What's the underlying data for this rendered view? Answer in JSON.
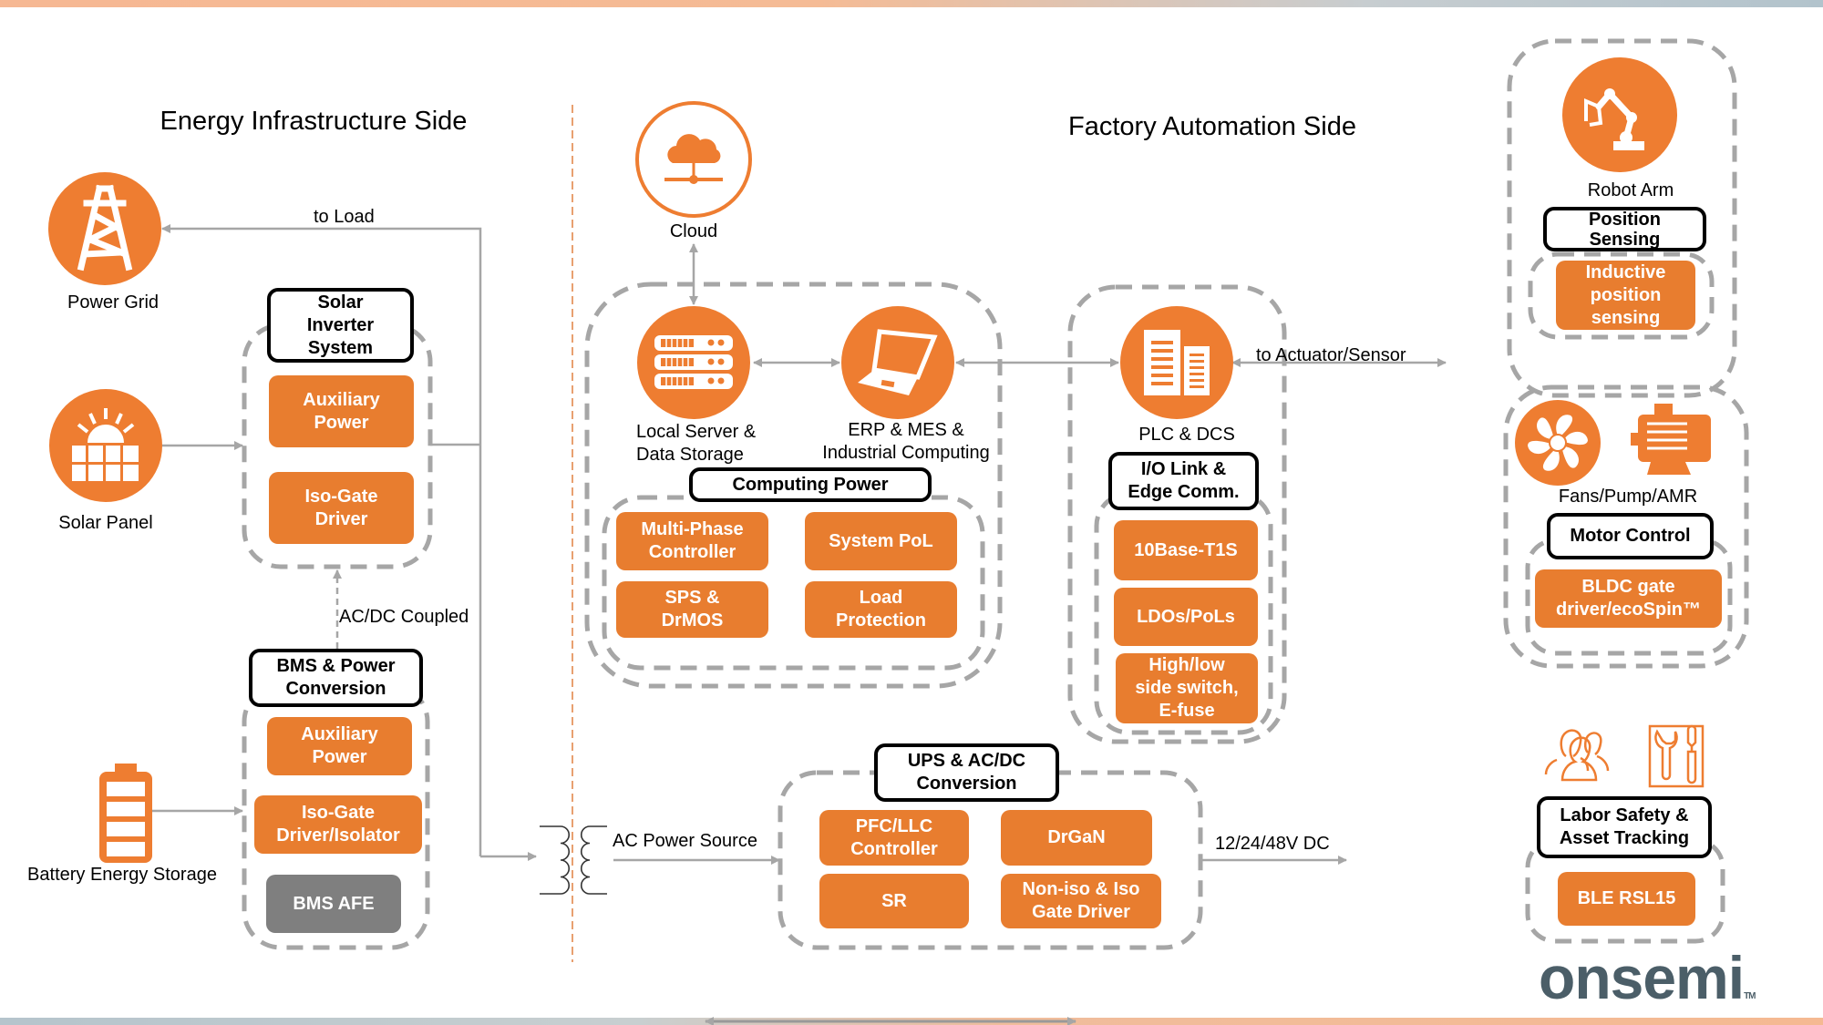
{
  "sections": {
    "energy_title": "Energy Infrastructure Side",
    "factory_title": "Factory Automation Side"
  },
  "energy": {
    "power_grid": {
      "label": "Power Grid",
      "icon": "power-tower-icon"
    },
    "solar_panel": {
      "label": "Solar Panel",
      "icon": "solar-panel-icon"
    },
    "battery": {
      "label": "Battery Energy Storage",
      "icon": "battery-icon"
    },
    "to_load": "to Load",
    "acdc_coupled": "AC/DC Coupled",
    "solar_inverter": {
      "title_lines": [
        "Solar",
        "Inverter",
        "System"
      ],
      "blocks": [
        {
          "lines": [
            "Auxiliary",
            "Power"
          ]
        },
        {
          "lines": [
            "Iso-Gate",
            "Driver"
          ]
        }
      ]
    },
    "bms": {
      "title_lines": [
        "BMS & Power",
        "Conversion"
      ],
      "blocks": [
        {
          "lines": [
            "Auxiliary",
            "Power"
          ]
        },
        {
          "lines": [
            "Iso-Gate",
            "Driver/Isolator"
          ]
        },
        {
          "lines": [
            "BMS AFE"
          ],
          "style": "gray"
        }
      ]
    },
    "ac_power_source": "AC Power Source"
  },
  "factory": {
    "cloud": {
      "label": "Cloud",
      "icon": "cloud-network-icon"
    },
    "local_server": {
      "label_lines": [
        "Local Server &",
        "Data Storage"
      ],
      "icon": "server-rack-icon"
    },
    "erp": {
      "label_lines": [
        "ERP & MES &",
        "Industrial Computing"
      ],
      "icon": "laptop-icon"
    },
    "computing_power": {
      "title": "Computing Power",
      "blocks": [
        {
          "lines": [
            "Multi-Phase",
            "Controller"
          ]
        },
        {
          "lines": [
            "System PoL"
          ]
        },
        {
          "lines": [
            "SPS &",
            "DrMOS"
          ]
        },
        {
          "lines": [
            "Load",
            "Protection"
          ]
        }
      ]
    },
    "plc": {
      "label": "PLC & DCS",
      "icon": "building-icon"
    },
    "io_link": {
      "title_lines": [
        "I/O Link &",
        "Edge Comm."
      ],
      "blocks": [
        {
          "lines": [
            "10Base-T1S"
          ]
        },
        {
          "lines": [
            "LDOs/PoLs"
          ]
        },
        {
          "lines": [
            "High/low",
            "side switch,",
            "E-fuse"
          ]
        }
      ]
    },
    "to_actuator": "to Actuator/Sensor",
    "ups": {
      "title_lines": [
        "UPS & AC/DC",
        "Conversion"
      ],
      "blocks": [
        {
          "lines": [
            "PFC/LLC",
            "Controller"
          ]
        },
        {
          "lines": [
            "DrGaN"
          ]
        },
        {
          "lines": [
            "SR"
          ]
        },
        {
          "lines": [
            "Non-iso & Iso",
            "Gate Driver"
          ]
        }
      ]
    },
    "dc_output": "12/24/48V DC",
    "robot_arm": {
      "label": "Robot Arm",
      "icon": "robot-arm-icon",
      "title_lines": [
        "Position",
        "Sensing"
      ],
      "blocks": [
        {
          "lines": [
            "Inductive",
            "position",
            "sensing"
          ]
        }
      ]
    },
    "motor": {
      "label": "Fans/Pump/AMR",
      "icons": [
        "fan-icon",
        "motor-icon"
      ],
      "title": "Motor Control",
      "blocks": [
        {
          "lines": [
            "BLDC gate",
            "driver/ecoSpin™"
          ]
        }
      ]
    },
    "labor": {
      "icons": [
        "people-icon",
        "tools-icon"
      ],
      "title_lines": [
        "Labor Safety &",
        "Asset Tracking"
      ],
      "blocks": [
        {
          "lines": [
            "BLE RSL15"
          ]
        }
      ]
    }
  },
  "brand": {
    "logo_text": "onsemi",
    "trademark": "TM"
  },
  "colors": {
    "accent_orange": "#ee7d31",
    "block_orange": "#e87d2f",
    "block_gray": "#7f7f7f",
    "connector_gray": "#a6a6a6",
    "dashed_gray": "#a6a6a6",
    "divider_orange": "#e8a070",
    "logo_slate": "#4b5e68"
  }
}
